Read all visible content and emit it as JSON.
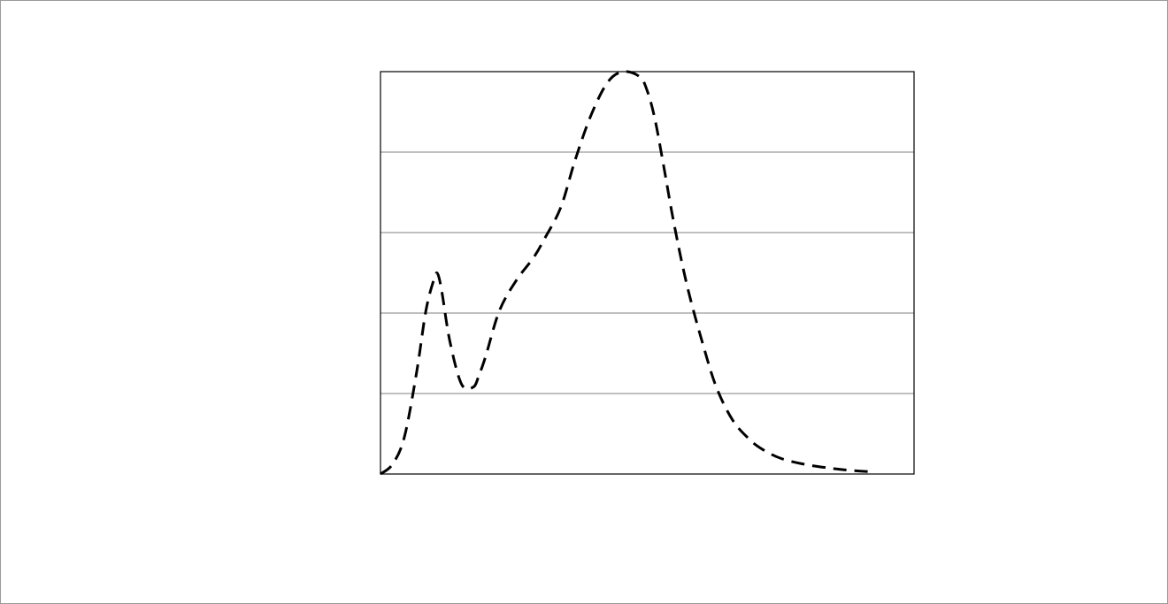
{
  "chart_data": {
    "type": "line",
    "title": "",
    "xlabel": "",
    "ylabel": "",
    "xlim": [
      0,
      100
    ],
    "ylim": [
      0,
      100
    ],
    "grid": "horizontal",
    "legend": "none",
    "colors": {
      "line": "#000000",
      "grid": "#808080",
      "frame": "#9a9a9a",
      "plot_border": "#000000"
    },
    "line_style": "dashed",
    "series": [
      {
        "x": [
          0,
          2.3,
          4.5,
          6.8,
          8.5,
          10.0,
          10.7,
          11.5,
          13.0,
          15.2,
          17.4,
          18.5,
          19.7,
          22.3,
          25.5,
          28.7,
          30.8,
          33.8,
          36.5,
          39.5,
          42.6,
          45.5,
          48.6,
          50.0,
          51.4,
          53.0,
          55.0,
          57.5,
          60.5,
          63.0,
          66.0,
          69.0,
          71.5,
          75.0,
          79.5,
          84.0,
          88.0,
          92.7
        ],
        "y": [
          0,
          2.5,
          9.3,
          25.5,
          40.5,
          48.3,
          49.8,
          45.3,
          33.0,
          22.3,
          21.6,
          24.7,
          29.2,
          40.6,
          48.2,
          53.8,
          58.6,
          66.3,
          78.1,
          89.3,
          97.4,
          100.0,
          98.7,
          95.2,
          88.4,
          77.1,
          62.3,
          46.6,
          31.9,
          21.4,
          13.4,
          8.8,
          6.2,
          3.9,
          2.4,
          1.5,
          0.9,
          0.5
        ]
      }
    ]
  }
}
